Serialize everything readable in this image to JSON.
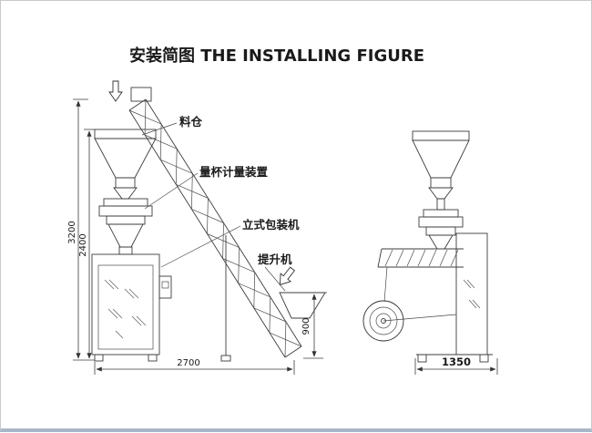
{
  "page": {
    "title": "安装简图 THE INSTALLING FIGURE"
  },
  "front_view": {
    "labels": {
      "hopper": "料仓",
      "measuring_device": "量杯计量装置",
      "packing_machine": "立式包装机",
      "elevator": "提升机"
    },
    "dimensions": {
      "total_height": "3200",
      "machine_height": "2400",
      "footprint_width": "2700",
      "feed_inlet_height": "900"
    }
  },
  "side_view": {
    "dimensions": {
      "depth": "1350"
    }
  }
}
